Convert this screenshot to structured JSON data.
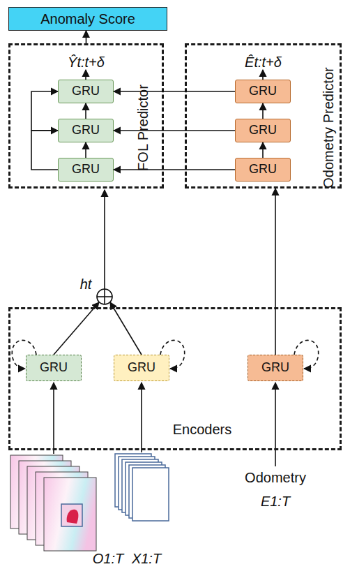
{
  "diagram": {
    "nodes": [
      {
        "text": [
          "Anomaly Score"
        ]
      },
      {
        "text": [
          "Ŷt:t+δ",
          "FOL Predictor"
        ]
      },
      {
        "text": [
          "GRU"
        ],
        "in": 1
      },
      {
        "text": [
          "GRU"
        ],
        "in": 1
      },
      {
        "text": [
          "GRU"
        ],
        "in": 1
      },
      {
        "text": [
          "Êt:t+δ",
          "Odometry Predictor"
        ]
      },
      {
        "text": [
          "GRU"
        ],
        "in": 5
      },
      {
        "text": [
          "GRU"
        ],
        "in": 5
      },
      {
        "text": [
          "GRU"
        ],
        "in": 5
      },
      {
        "text": [
          "Encoders"
        ]
      },
      {
        "text": [
          "GRU"
        ],
        "in": 9
      },
      {
        "text": [
          "GRU"
        ],
        "in": 9
      },
      {
        "text": [
          "GRU"
        ],
        "in": 9
      }
    ],
    "edges": [
      {
        "from": 1,
        "to": 0,
        "arrow": "to"
      },
      {
        "from": 4,
        "to": 3,
        "arrow": "to"
      },
      {
        "from": 3,
        "to": 2,
        "arrow": "to"
      },
      {
        "from": 4,
        "to": 3,
        "arrow": "to"
      },
      {
        "from": 3,
        "to": 2,
        "arrow": "to"
      },
      {
        "from": 8,
        "to": 7,
        "arrow": "to"
      },
      {
        "from": 7,
        "to": 6,
        "arrow": "to"
      },
      {
        "from": 6,
        "to": 2,
        "arrow": "to"
      },
      {
        "from": 7,
        "to": 3,
        "arrow": "to"
      },
      {
        "from": 8,
        "to": 4,
        "arrow": "to"
      },
      {
        "from": 12,
        "to": 5,
        "arrow": "to"
      }
    ],
    "labels": [
      "ht",
      "O1:T",
      "X1:T",
      "Odometry",
      "E1:T"
    ]
  }
}
